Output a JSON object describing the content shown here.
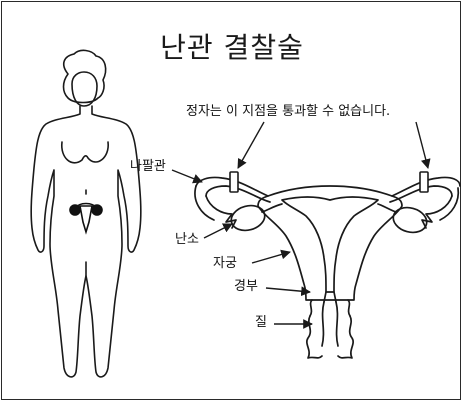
{
  "title": "난관 결찰술",
  "labels": {
    "sperm_note": "정자는 이 지점을 통과할 수 없습니다.",
    "fallopian_tube": "나팔관",
    "ovary": "난소",
    "uterus": "자궁",
    "cervix": "경부",
    "vagina": "질"
  },
  "colors": {
    "line": "#1a1a1a",
    "background": "#ffffff"
  },
  "icons": {
    "ligation_mark": "ligation-clip-icon"
  }
}
